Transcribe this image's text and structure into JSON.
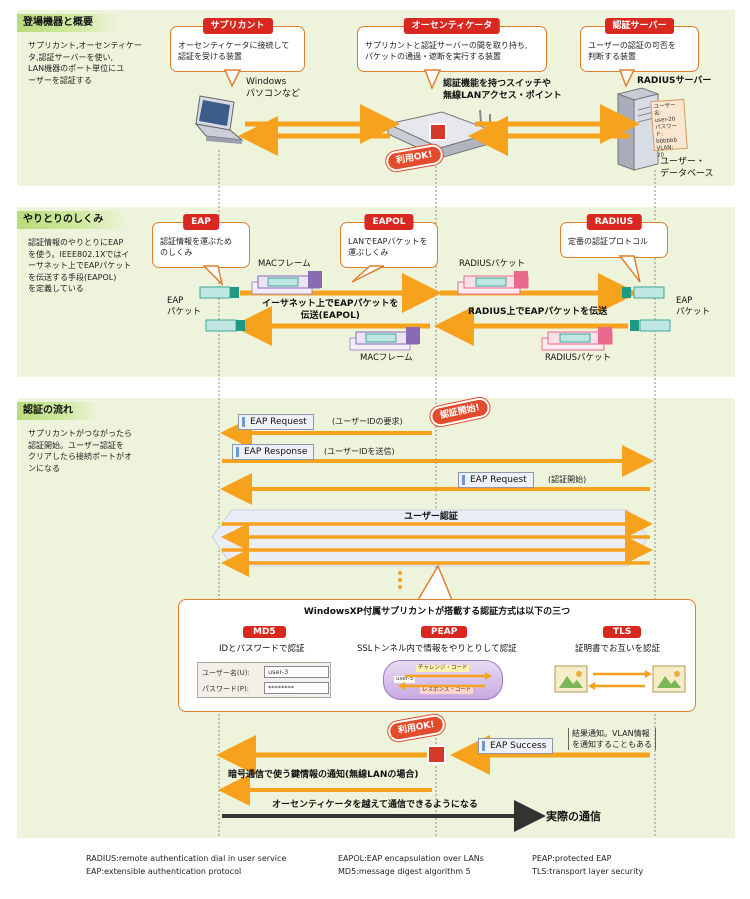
{
  "sections": {
    "devices": {
      "title": "登場機器と概要",
      "desc": "サプリカント,オーセンティケー\nタ,認証サーバーを使い,\nLAN機器のポート単位にユ\nーザーを認証する",
      "supplicant": {
        "tag": "サプリカント",
        "text": "オーセンティケータに接続して\n認証を受ける装置"
      },
      "authenticator": {
        "tag": "オーセンティケータ",
        "text": "サプリカントと認証サーバーの間を取り持ち,\nパケットの通過・遮断を実行する装置"
      },
      "server": {
        "tag": "認証サーバー",
        "text": "ユーザーの認証の可否を\n判断する装置"
      },
      "pc_label": "Windows\nパソコンなど",
      "switch_label": "認証機能を持つスイッチや\n無線LANアクセス・ポイント",
      "radius_label": "RADIUSサーバー",
      "db_label": "ユーザー・\nデータベース",
      "db_lines": [
        "ユーザー名:",
        "user-20",
        "パスワード:",
        "bbbbbb",
        "VLAN:",
        "20"
      ],
      "ok_badge": "利用OK!"
    },
    "mechanism": {
      "title": "やりとりのしくみ",
      "desc": "認証情報のやりとりにEAP\nを使う。IEEE802.1Xではイ\nーサネット上でEAPパケット\nを伝送する手段(EAPOL)\nを定義している",
      "eap": {
        "tag": "EAP",
        "text": "認証情報を運ぶため\nのしくみ"
      },
      "eapol": {
        "tag": "EAPOL",
        "text": "LANでEAPパケットを\n運ぶしくみ"
      },
      "radius": {
        "tag": "RADIUS",
        "text": "定番の認証プロトコル"
      },
      "mac_frame_top": "MACフレーム",
      "radius_packet_top": "RADIUSパケット",
      "eap_packet_left": "EAP\nパケット",
      "eap_packet_right": "EAP\nパケット",
      "ethernet_label": "イーサネット上でEAPパケットを\n伝送(EAPOL)",
      "radius_transfer": "RADIUS上でEAPパケットを伝送",
      "mac_frame_bottom": "MACフレーム",
      "radius_packet_bottom": "RADIUSパケット"
    },
    "flow": {
      "title": "認証の流れ",
      "desc": "サプリカントがつながったら\n認証開始。ユーザー認証を\nクリアしたら接続ポートがオ\nンになる",
      "start_badge": "認証開始!",
      "messages": [
        {
          "label": "EAP Request",
          "note": "(ユーザーIDの要求)"
        },
        {
          "label": "EAP Response",
          "note": "(ユーザーIDを送信)"
        },
        {
          "label": "EAP Request",
          "note": "(認証開始)"
        }
      ],
      "user_auth": "ユーザー認証",
      "methods_title": "WindowsXP付属サプリカントが搭載する認証方式は以下の三つ",
      "methods": [
        {
          "name": "MD5",
          "desc": "IDとパスワードで認証"
        },
        {
          "name": "PEAP",
          "desc": "SSLトンネル内で情報をやりとりして認証"
        },
        {
          "name": "TLS",
          "desc": "証明書でお互いを認証"
        }
      ],
      "md5_form": {
        "user_label": "ユーザー名(U):",
        "user_value": "user-3",
        "pass_label": "パスワード(P):",
        "pass_value": "********"
      },
      "peap_tunnel": {
        "challenge": "チャレンジ・コード",
        "user": "user-3",
        "response": "レスポンス・コード"
      },
      "ok_badge": "利用OK!",
      "success": {
        "label": "EAP Success",
        "note": "結果通知。VLAN情報\nを通知することもある"
      },
      "key_notice": "暗号通信で使う鍵情報の通知(無線LANの場合)",
      "through_label": "オーセンティケータを越えて通信できるようになる",
      "actual": "実際の通信"
    }
  },
  "footnotes": {
    "col1": "RADIUS:remote authentication dial in user service\nEAP:extensible authentication protocol",
    "col2": "EAPOL:EAP encapsulation over LANs\nMD5:message digest algorithm 5",
    "col3": "PEAP:protected EAP\nTLS:transport layer security"
  },
  "colors": {
    "panel": "#eef4dc",
    "header": "#b9dc7a",
    "arrow": "#f7a21c",
    "callout_border": "#e07f2e",
    "tag": "#d8281f",
    "badge": "#e24c2c",
    "teal": "#3fa89a",
    "purple": "#8a6ab5",
    "pink": "#e86a8d"
  }
}
